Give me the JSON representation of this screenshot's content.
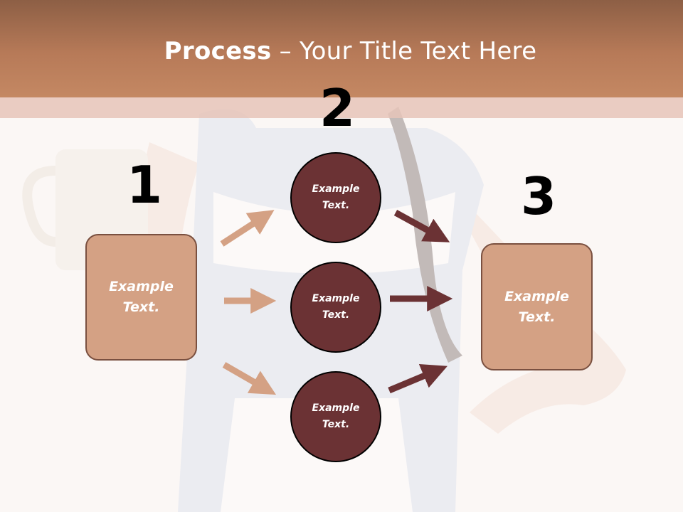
{
  "slide": {
    "title_bold": "Process",
    "title_rest": " – Your Title Text Here",
    "step_numbers": [
      "1",
      "2",
      "3"
    ],
    "left_box_text": "Example Text.",
    "right_box_text": "Example Text.",
    "circles": [
      "Example Text.",
      "Example Text.",
      "Example Text."
    ]
  },
  "colors": {
    "title_bar": "#b77a58",
    "box_fill": "#d4a184",
    "circle_fill": "#6b3234",
    "arrow_light": "#d4a184",
    "arrow_dark": "#6b3234"
  }
}
